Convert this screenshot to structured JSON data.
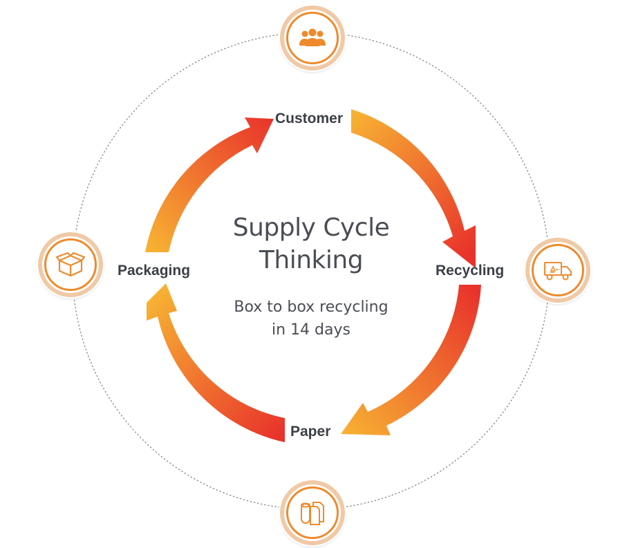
{
  "diagram": {
    "title_line1": "Supply Cycle",
    "title_line2": "Thinking",
    "subtitle_line1": "Box to box recycling",
    "subtitle_line2": "in 14 days"
  },
  "stages": {
    "customer": {
      "label": "Customer",
      "icon": "people-icon"
    },
    "recycling": {
      "label": "Recycling",
      "icon": "recycling-truck-icon"
    },
    "paper": {
      "label": "Paper",
      "icon": "paper-roll-icon"
    },
    "packaging": {
      "label": "Packaging",
      "icon": "box-icon"
    }
  },
  "colors": {
    "arrow_light": "#f7b233",
    "arrow_dark": "#e8322b",
    "icon_orange": "#ee8a2c",
    "text": "#3b3f46"
  }
}
